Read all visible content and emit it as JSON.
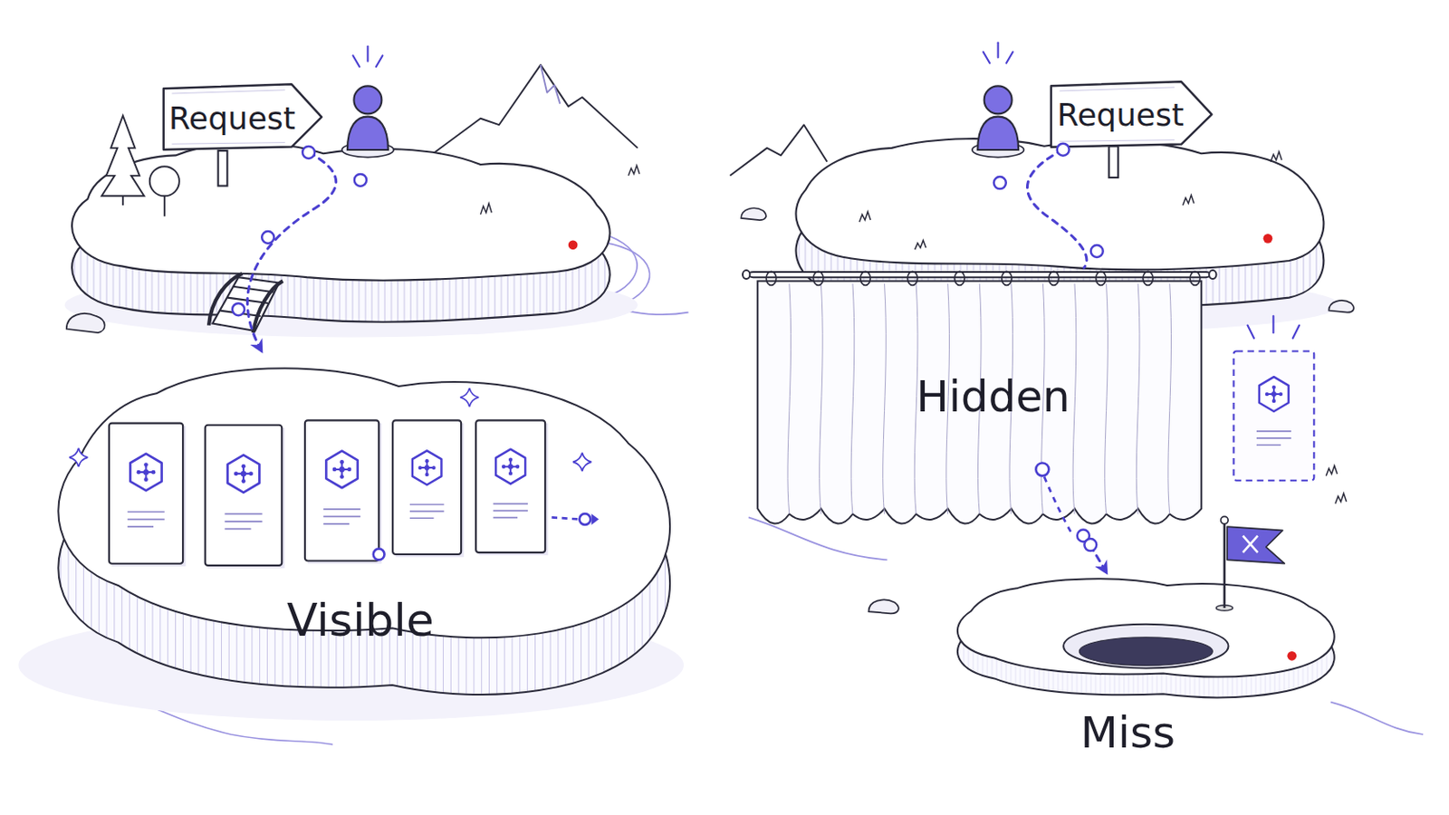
{
  "diagram": {
    "nodes": [
      {
        "text": [
          "Request"
        ]
      },
      {
        "text": [
          "Visible"
        ]
      },
      {
        "text": [
          "Request"
        ]
      },
      {
        "text": [
          "Hidden"
        ]
      },
      {
        "text": [
          "Miss"
        ]
      }
    ],
    "edges": [
      {
        "from": 0,
        "to": 1,
        "arrow": "to"
      },
      {
        "from": 2,
        "to": 3,
        "arrow": "none"
      },
      {
        "from": 3,
        "to": 4,
        "arrow": "to"
      }
    ]
  }
}
